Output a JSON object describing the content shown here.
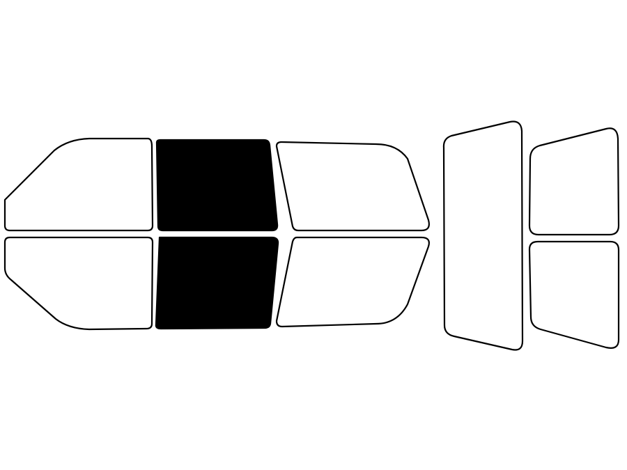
{
  "diagram": {
    "type": "vehicle-window-tint-layout",
    "colors": {
      "outline": "#000000",
      "tinted": "#000000",
      "untinted": "#ffffff",
      "background": "#ffffff"
    },
    "windows": [
      {
        "id": "driver-side-front-vent",
        "group": "driver-side",
        "tinted": false
      },
      {
        "id": "driver-side-front-door",
        "group": "driver-side",
        "tinted": true
      },
      {
        "id": "driver-side-rear-door",
        "group": "driver-side",
        "tinted": false
      },
      {
        "id": "passenger-side-front-vent",
        "group": "passenger-side",
        "tinted": false
      },
      {
        "id": "passenger-side-front-door",
        "group": "passenger-side",
        "tinted": true
      },
      {
        "id": "passenger-side-rear-door",
        "group": "passenger-side",
        "tinted": false
      },
      {
        "id": "rear-windshield",
        "group": "rear",
        "tinted": false
      },
      {
        "id": "rear-quarter-upper",
        "group": "rear",
        "tinted": false
      },
      {
        "id": "rear-quarter-lower",
        "group": "rear",
        "tinted": false
      }
    ]
  }
}
